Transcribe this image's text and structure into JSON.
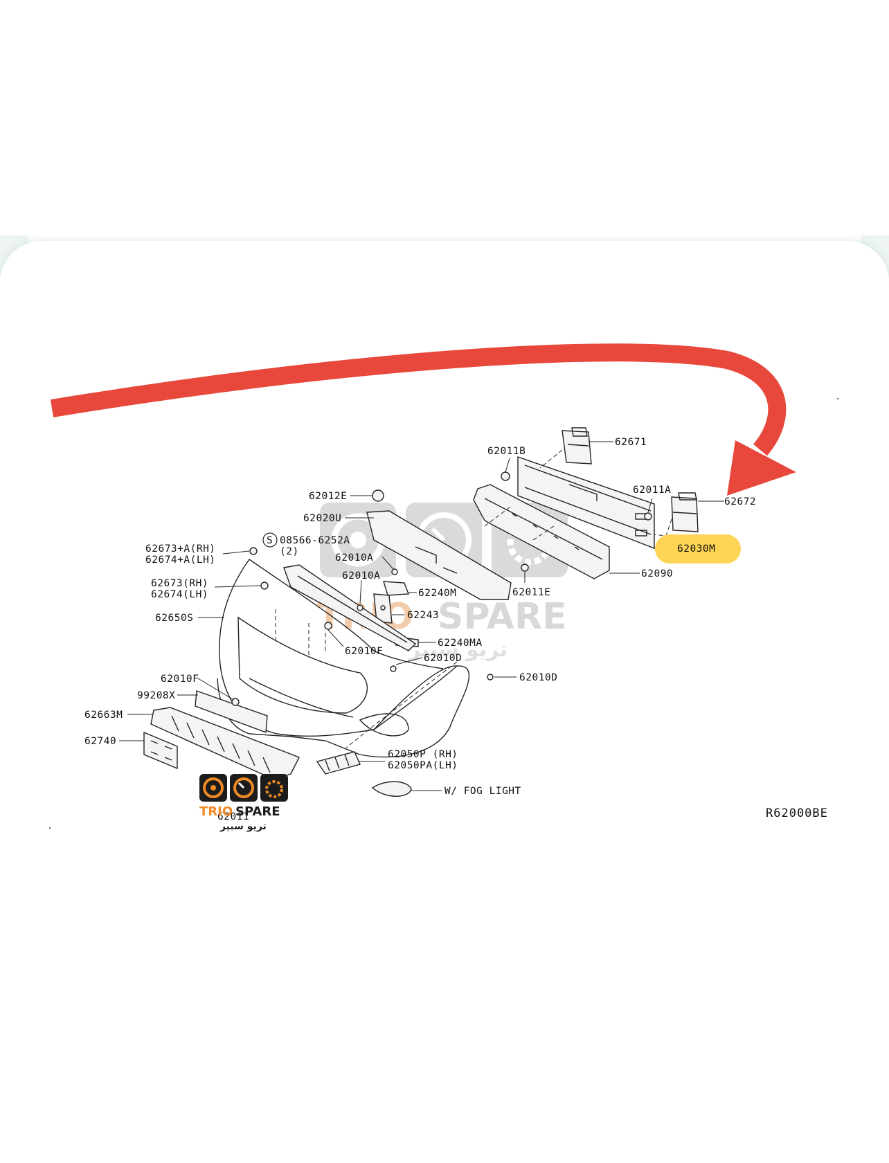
{
  "diagram": {
    "code": "R62000BE",
    "highlight": {
      "part": "62030M",
      "color": "#fdd454"
    },
    "arrow_color": "#e8483b",
    "labels": {
      "p62671": "62671",
      "p62011B": "62011B",
      "p62011A": "62011A",
      "p62672": "62672",
      "p62012E": "62012E",
      "p62020U": "62020U",
      "p62030M": "62030M",
      "p62090": "62090",
      "p62011E": "62011E",
      "p62673A": "62673+A(RH)",
      "p62674A": "62674+A(LH)",
      "p08566": "08566-6252A",
      "p08566qty": "(2)",
      "screw_symbol": "S",
      "p62010A_1": "62010A",
      "p62010A_2": "62010A",
      "p62240M": "62240M",
      "p62243": "62243",
      "p62673": "62673(RH)",
      "p62674": "62674(LH)",
      "p62650S": "62650S",
      "p62240MA": "62240MA",
      "p62010F_1": "62010F",
      "p62010D_1": "62010D",
      "p62010F_2": "62010F",
      "p62010D_2": "62010D",
      "p99208X": "99208X",
      "p62663M": "62663M",
      "p62740": "62740",
      "p62050P": "62050P  (RH)",
      "p62050PA": "62050PA(LH)",
      "fog": "W/ FOG LIGHT",
      "p62011_bottom": "62011"
    }
  },
  "watermark": {
    "brand_a": "TRIO",
    "brand_b": "SPARE",
    "arabic": "تريو سبير",
    "brand_color": "#e8752a"
  },
  "logo": {
    "brand_a": "TRIO",
    "brand_b": "SPARE",
    "arabic": "تريو سبير",
    "brand_color": "#f08a24"
  }
}
